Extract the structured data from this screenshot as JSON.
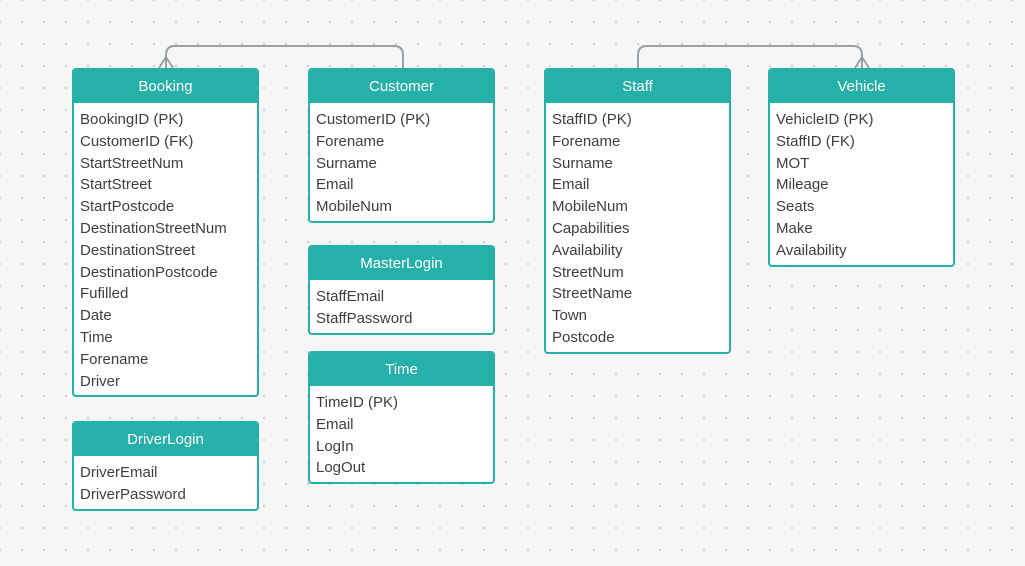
{
  "colors": {
    "accent": "#26b0aa",
    "connector": "#9aa1a6",
    "field_text": "#3b3f42"
  },
  "relationships": [
    {
      "from": "booking",
      "to": "customer"
    },
    {
      "from": "staff",
      "to": "vehicle"
    }
  ],
  "entities": {
    "booking": {
      "title": "Booking",
      "fields": [
        "BookingID (PK)",
        "CustomerID (FK)",
        "StartStreetNum",
        "StartStreet",
        "StartPostcode",
        "DestinationStreetNum",
        "DestinationStreet",
        "DestinationPostcode",
        "Fufilled",
        "Date",
        "Time",
        "Forename",
        "Driver"
      ]
    },
    "driver_login": {
      "title": "DriverLogin",
      "fields": [
        "DriverEmail",
        "DriverPassword"
      ]
    },
    "customer": {
      "title": "Customer",
      "fields": [
        "CustomerID (PK)",
        "Forename",
        "Surname",
        "Email",
        "MobileNum"
      ]
    },
    "master_login": {
      "title": "MasterLogin",
      "fields": [
        "StaffEmail",
        "StaffPassword"
      ]
    },
    "time": {
      "title": "Time",
      "fields": [
        "TimeID (PK)",
        "Email",
        "LogIn",
        "LogOut"
      ]
    },
    "staff": {
      "title": "Staff",
      "fields": [
        "StaffID (PK)",
        "Forename",
        "Surname",
        "Email",
        "MobileNum",
        "Capabilities",
        "Availability",
        "StreetNum",
        "StreetName",
        "Town",
        "Postcode"
      ]
    },
    "vehicle": {
      "title": "Vehicle",
      "fields": [
        "VehicleID (PK)",
        "StaffID (FK)",
        "MOT",
        "Mileage",
        "Seats",
        "Make",
        "Availability"
      ]
    }
  }
}
